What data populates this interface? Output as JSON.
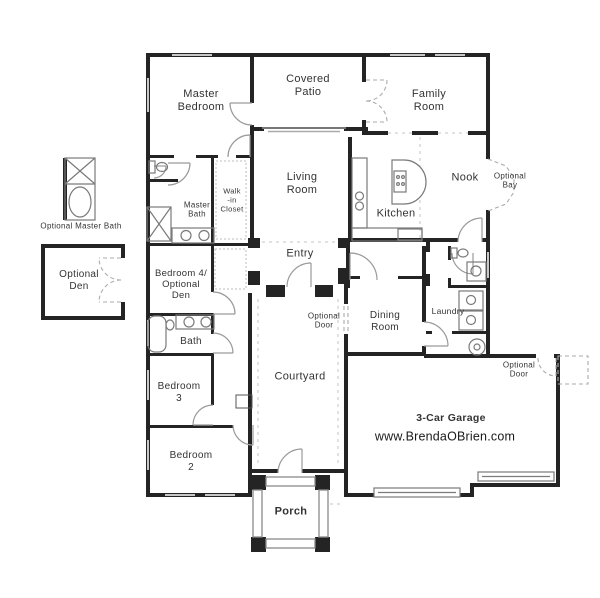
{
  "plan": {
    "labels": {
      "master_bedroom": "Master\nBedroom",
      "covered_patio": "Covered\nPatio",
      "family_room": "Family\nRoom",
      "living_room": "Living\nRoom",
      "nook": "Nook",
      "optional_bay": "Optional\nBay",
      "kitchen": "Kitchen",
      "master_bath": "Master\nBath",
      "walk_in_closet": "Walk\n-in\nCloset",
      "entry": "Entry",
      "bedroom4": "Bedroom 4/\nOptional\nDen",
      "optional_master_bath": "Optional Master Bath",
      "optional_den": "Optional\nDen",
      "bath": "Bath",
      "laundry": "Laundry",
      "dining_room": "Dining\nRoom",
      "optional_door_courtyard": "Optional\nDoor",
      "optional_door_garage": "Optional\nDoor",
      "courtyard": "Courtyard",
      "bedroom3": "Bedroom\n3",
      "bedroom2": "Bedroom\n2",
      "porch": "Porch",
      "garage": "3-Car Garage",
      "watermark": "www.BrendaOBrien.com"
    }
  },
  "colors": {
    "wall": "#242424",
    "text": "#333333",
    "watermark_text": "#1a1a1a",
    "background": "#ffffff"
  }
}
